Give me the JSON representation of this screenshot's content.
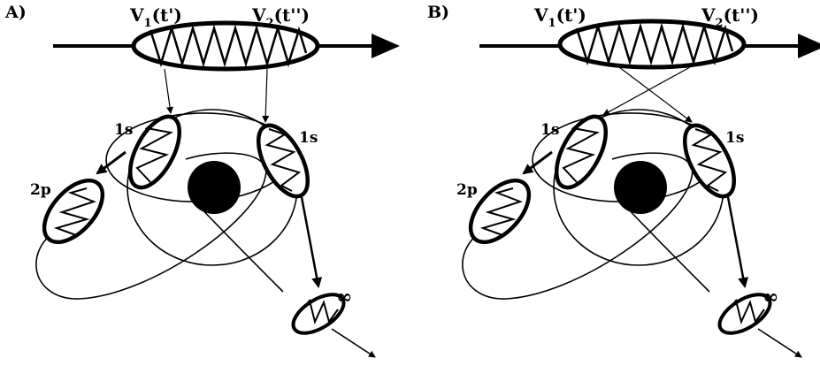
{
  "panels": [
    {
      "tag": "A)",
      "v1": "V",
      "v1_sub": "1",
      "v1_arg": "(t')",
      "v2": "V",
      "v2_sub": "2",
      "v2_arg": "(t'')",
      "state_1s_left": "1s",
      "state_1s_right": "1s",
      "state_2p": "2p",
      "state_inf": "∞"
    },
    {
      "tag": "B)",
      "v1": "V",
      "v1_sub": "1",
      "v1_arg": "(t')",
      "v2": "V",
      "v2_sub": "2",
      "v2_arg": "(t'')",
      "state_1s_left": "1s",
      "state_1s_right": "1s",
      "state_2p": "2p",
      "state_inf": "∞"
    }
  ]
}
